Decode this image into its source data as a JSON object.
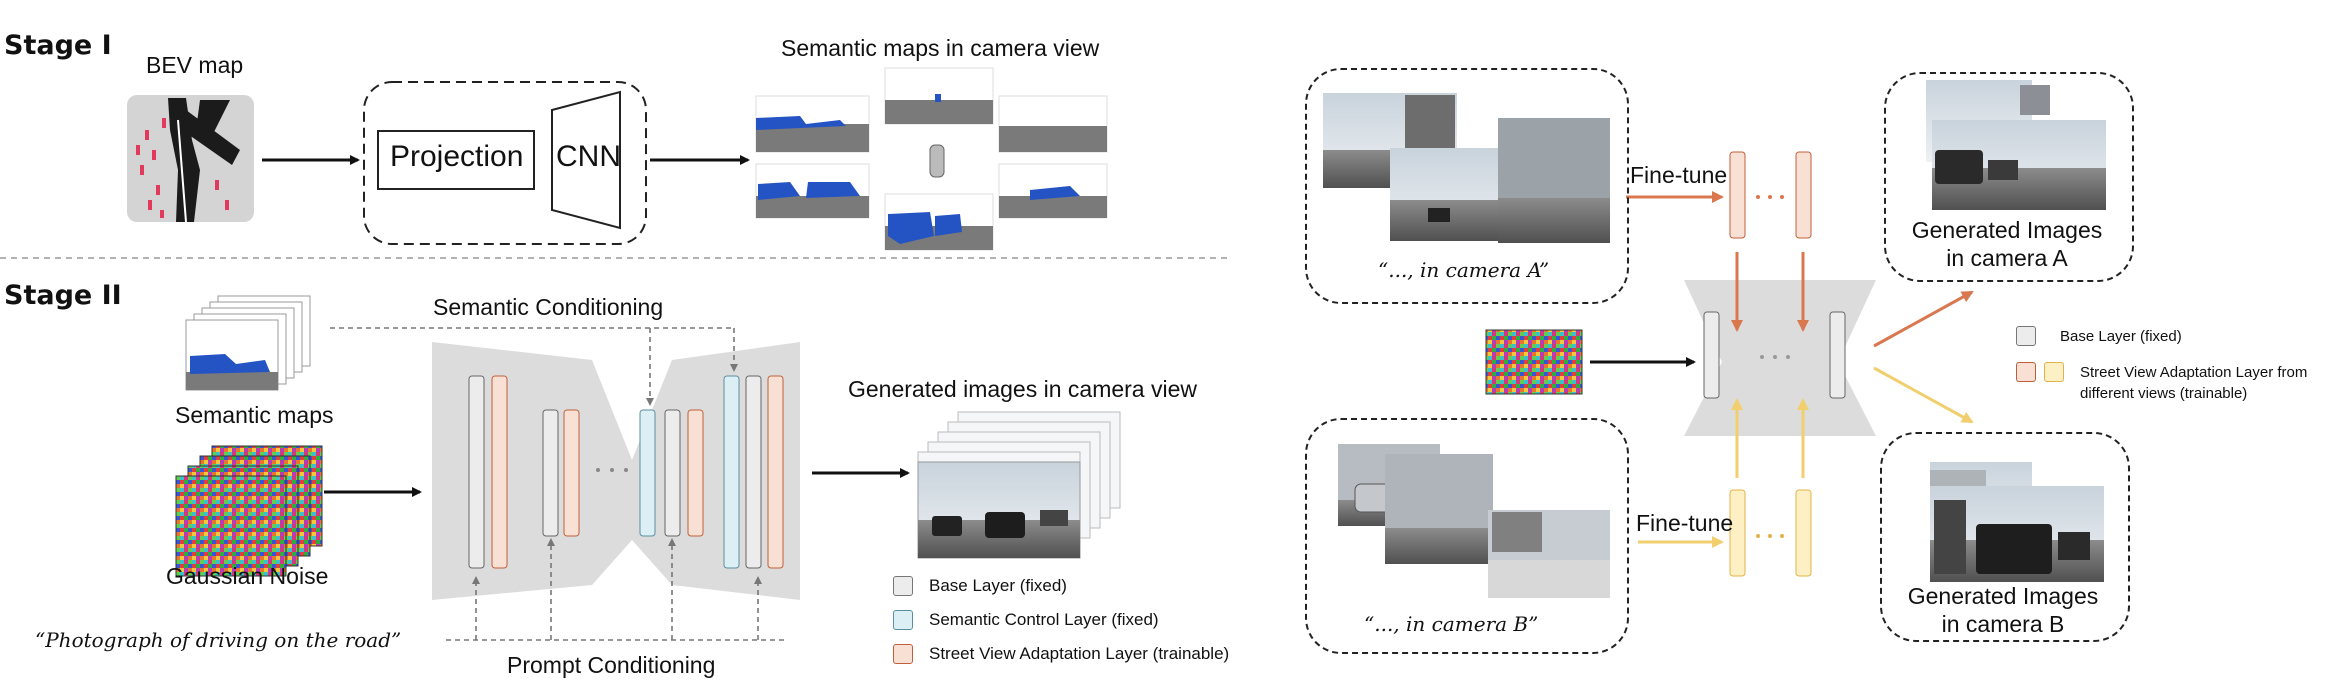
{
  "stage1": {
    "title": "Stage I",
    "bev_label": "BEV map",
    "projection_label": "Projection",
    "cnn_label": "CNN",
    "semantic_maps_title": "Semantic maps in camera view"
  },
  "stage2": {
    "title": "Stage II",
    "semantic_conditioning": "Semantic Conditioning",
    "semantic_maps_label": "Semantic maps",
    "gaussian_noise_label": "Gaussian Noise",
    "prompt_text": "“Photograph of driving on the road”",
    "prompt_conditioning": "Prompt Conditioning",
    "generated_title": "Generated images in camera view",
    "legend": [
      {
        "label": "Base Layer (fixed)",
        "color": "#ececec",
        "border": "#777777"
      },
      {
        "label": "Semantic Control Layer (fixed)",
        "color": "#dceff4",
        "border": "#5a8f9e"
      },
      {
        "label": "Street View Adaptation Layer (trainable)",
        "color": "#f8e1d4",
        "border": "#c0603a"
      }
    ]
  },
  "right": {
    "caption_a": "“..., in camera A”",
    "caption_b": "“..., in camera B”",
    "finetune_a": "Fine-tune",
    "finetune_b": "Fine-tune",
    "generated_a_line1": "Generated Images",
    "generated_a_line2": "in camera A",
    "generated_b_line1": "Generated Images",
    "generated_b_line2": "in camera B",
    "legend": [
      {
        "label": "Base Layer (fixed)",
        "color": "#ececec",
        "border": "#777777"
      },
      {
        "label": "Street View Adaptation Layer from different views (trainable)",
        "color": "#f8e1d4",
        "border": "#c0603a",
        "color2": "#fdf0c4",
        "border2": "#e3b34a"
      }
    ]
  },
  "colors": {
    "base_layer": "#ececec",
    "semantic_layer": "#dceff4",
    "adapt_orange": "#f8e1d4",
    "adapt_yellow": "#fdf0c4",
    "arrow_orange": "#d9784f",
    "arrow_yellow": "#f1cf6e",
    "road_blue": "#2454c4",
    "road_gray": "#7a7a7a"
  }
}
